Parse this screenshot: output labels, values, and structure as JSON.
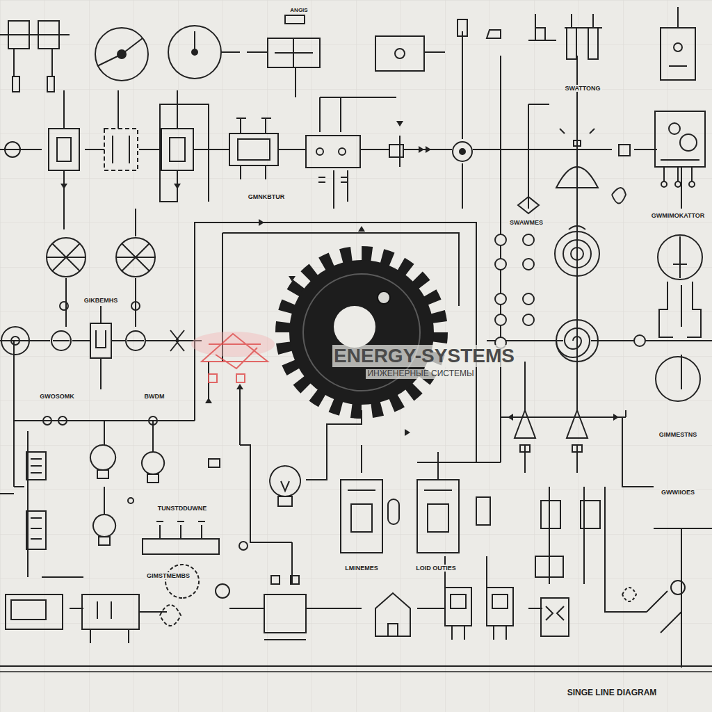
{
  "diagram": {
    "labels": [
      "ANGIS",
      "SWATTONG",
      "GMNKBTUR",
      "SWAWMES",
      "GWMIMOKATTOR",
      "GIKBEMHS",
      "GWOSOMK",
      "BWDM",
      "TUNSTDDUWNE",
      "GIMSTMEMBS",
      "LMINEMES",
      "LOID OUTIES",
      "GIMMESTNS",
      "GWWIIOES",
      "ENERGY-SYSTEMS",
      "ИНЖЕНЕРНЫЕ СИСТЕМЫ",
      "SINGE LINE DIAGRAM"
    ]
  }
}
